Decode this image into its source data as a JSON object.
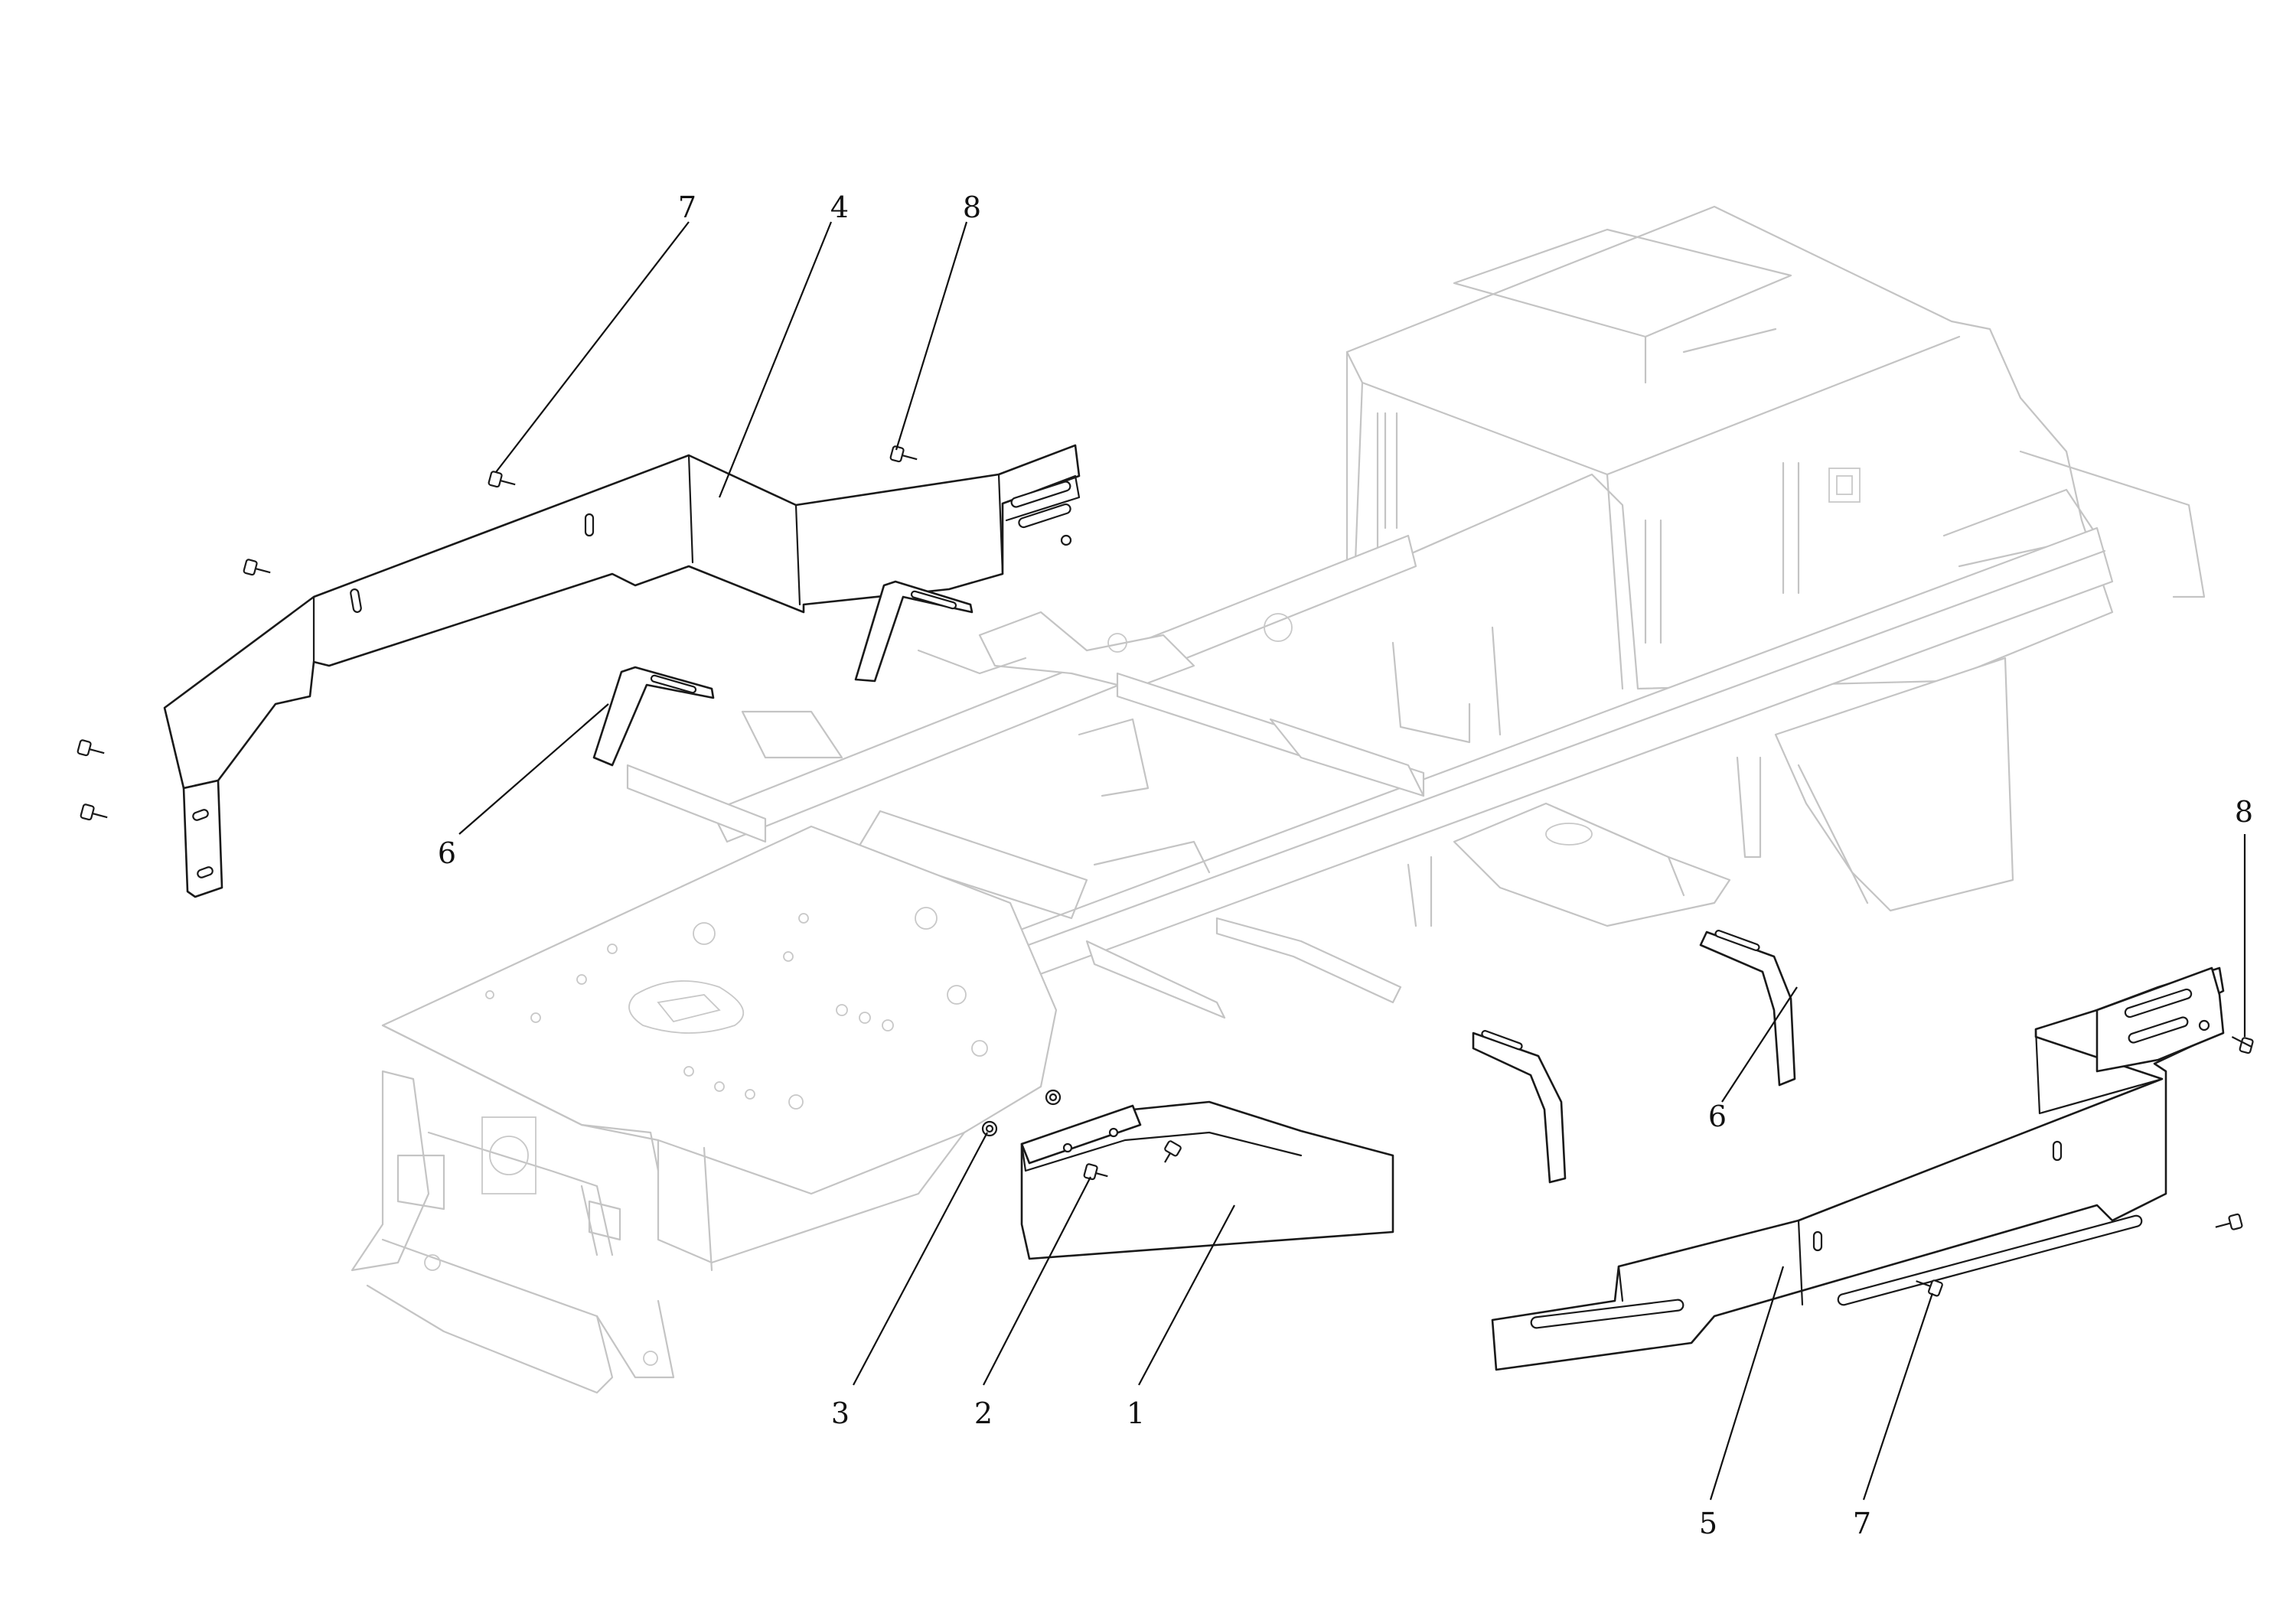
{
  "diagram": {
    "callouts": [
      {
        "id": "c7a",
        "label": "7"
      },
      {
        "id": "c4",
        "label": "4"
      },
      {
        "id": "c8a",
        "label": "8"
      },
      {
        "id": "c6a",
        "label": "6"
      },
      {
        "id": "c8b",
        "label": "8"
      },
      {
        "id": "c6b",
        "label": "6"
      },
      {
        "id": "c3",
        "label": "3"
      },
      {
        "id": "c2",
        "label": "2"
      },
      {
        "id": "c1",
        "label": "1"
      },
      {
        "id": "c5",
        "label": "5"
      },
      {
        "id": "c7b",
        "label": "7"
      }
    ]
  }
}
